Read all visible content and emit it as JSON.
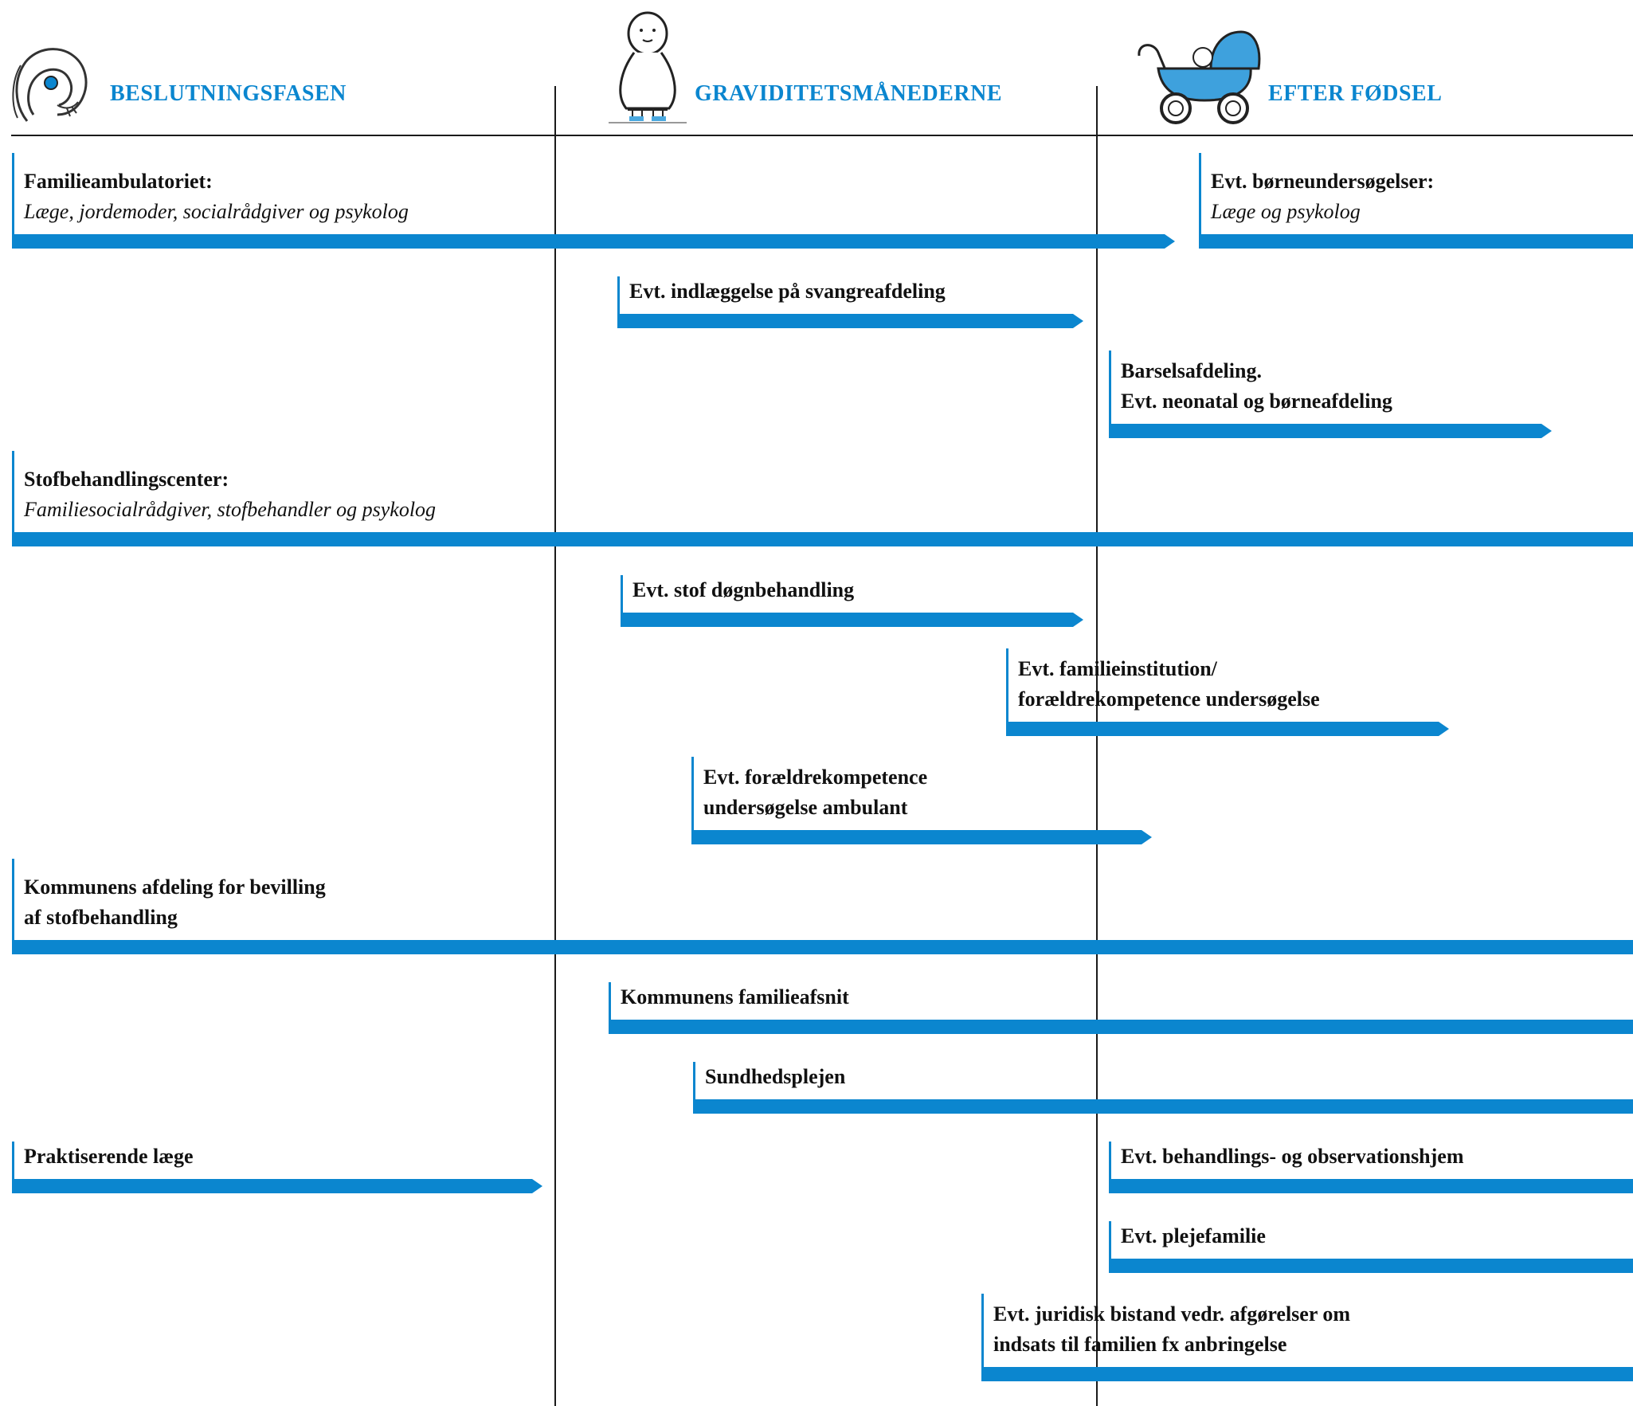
{
  "phases": [
    {
      "label": "BESLUTNINGSFASEN",
      "icon": "embryo-icon"
    },
    {
      "label": "GRAVIDITETSMÅNEDERNE",
      "icon": "pregnant-figure-icon"
    },
    {
      "label": "EFTER FØDSEL",
      "icon": "baby-carriage-icon"
    }
  ],
  "colors": {
    "accent": "#0b86cf",
    "line": "#1a1a1a",
    "text": "#111111"
  },
  "tracks": [
    {
      "name": "familieambulatoriet",
      "line1": "Familieambulatoriet:",
      "line2": "Læge, jordemoder, socialrådgiver og psykolog",
      "line2_style": "italic"
    },
    {
      "name": "borneundersogelser",
      "line1": "Evt. børneundersøgelser:",
      "line2": "Læge og psykolog",
      "line2_style": "italic"
    },
    {
      "name": "svangreafdeling",
      "line1": "Evt. indlæggelse på svangreafdeling",
      "line2": ""
    },
    {
      "name": "barselsafdeling",
      "line1": "Barselsafdeling.",
      "line2": "Evt. neonatal og børneafdeling",
      "line2_style": "bold"
    },
    {
      "name": "stofbehandlingscenter",
      "line1": "Stofbehandlingscenter:",
      "line2": "Familiesocialrådgiver, stofbehandler og psykolog",
      "line2_style": "italic"
    },
    {
      "name": "stof-dognbehandling",
      "line1": "Evt. stof døgnbehandling",
      "line2": ""
    },
    {
      "name": "familieinstitution",
      "line1": "Evt. familieinstitution/",
      "line2": "forældrekompetence undersøgelse",
      "line2_style": "bold"
    },
    {
      "name": "foraeldrekompetence-ambulant",
      "line1": "Evt. forældrekompetence",
      "line2": "undersøgelse ambulant",
      "line2_style": "bold"
    },
    {
      "name": "kommunens-bevilling",
      "line1": "Kommunens afdeling for bevilling",
      "line2": "af stofbehandling",
      "line2_style": "bold"
    },
    {
      "name": "kommunens-familieafsnit",
      "line1": "Kommunens familieafsnit",
      "line2": ""
    },
    {
      "name": "sundhedsplejen",
      "line1": "Sundhedsplejen",
      "line2": ""
    },
    {
      "name": "praktiserende-laege",
      "line1": "Praktiserende læge",
      "line2": ""
    },
    {
      "name": "behandlingshjem",
      "line1": "Evt. behandlings- og observationshjem",
      "line2": ""
    },
    {
      "name": "plejefamilie",
      "line1": "Evt. plejefamilie",
      "line2": ""
    },
    {
      "name": "juridisk-bistand",
      "line1": "Evt. juridisk bistand vedr. afgørelser om",
      "line2": "indsats til familien fx anbringelse",
      "line2_style": "bold"
    }
  ]
}
